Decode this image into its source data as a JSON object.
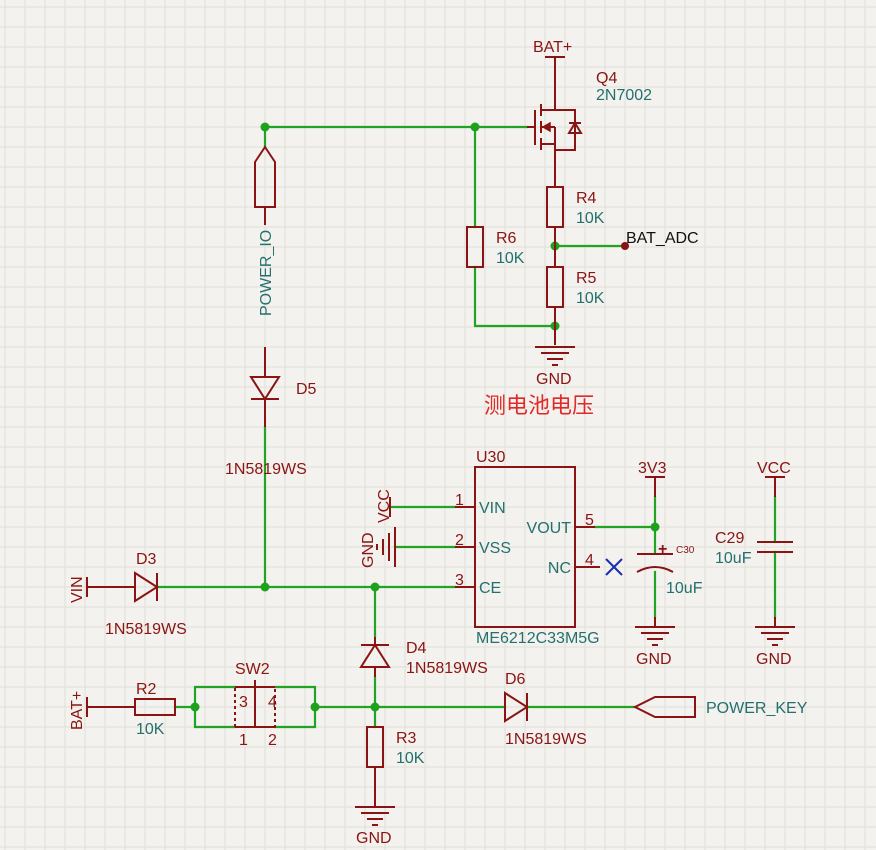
{
  "title": "测电池电压",
  "power": {
    "bat_plus_top": "BAT+",
    "bat_plus_left": "BAT+",
    "vin": "VIN",
    "vcc_u30": "VCC",
    "gnd_u30": "GND",
    "v3v3": "3V3",
    "vcc_right": "VCC",
    "gnd": "GND"
  },
  "nets": {
    "bat_adc": "BAT_ADC",
    "power_io": "POWER_IO",
    "power_key": "POWER_KEY"
  },
  "components": {
    "q4": {
      "ref": "Q4",
      "value": "2N7002"
    },
    "r4": {
      "ref": "R4",
      "value": "10K"
    },
    "r5": {
      "ref": "R5",
      "value": "10K"
    },
    "r6": {
      "ref": "R6",
      "value": "10K"
    },
    "r2": {
      "ref": "R2",
      "value": "10K"
    },
    "r3": {
      "ref": "R3",
      "value": "10K"
    },
    "d3": {
      "ref": "D3",
      "value": "1N5819WS"
    },
    "d4": {
      "ref": "D4",
      "value": "1N5819WS"
    },
    "d5": {
      "ref": "D5",
      "value": "1N5819WS"
    },
    "d6": {
      "ref": "D6",
      "value": "1N5819WS"
    },
    "c29": {
      "ref": "C29",
      "value": "10uF"
    },
    "c30": {
      "ref": "C30",
      "value": "10uF",
      "polarity": "+"
    },
    "sw2": {
      "ref": "SW2",
      "pins": [
        "3",
        "4",
        "1",
        "2"
      ]
    },
    "u30": {
      "ref": "U30",
      "value": "ME6212C33M5G",
      "pins": [
        {
          "num": "1",
          "name": "VIN"
        },
        {
          "num": "2",
          "name": "VSS"
        },
        {
          "num": "3",
          "name": "CE"
        },
        {
          "num": "5",
          "name": "VOUT"
        },
        {
          "num": "4",
          "name": "NC"
        }
      ]
    }
  }
}
